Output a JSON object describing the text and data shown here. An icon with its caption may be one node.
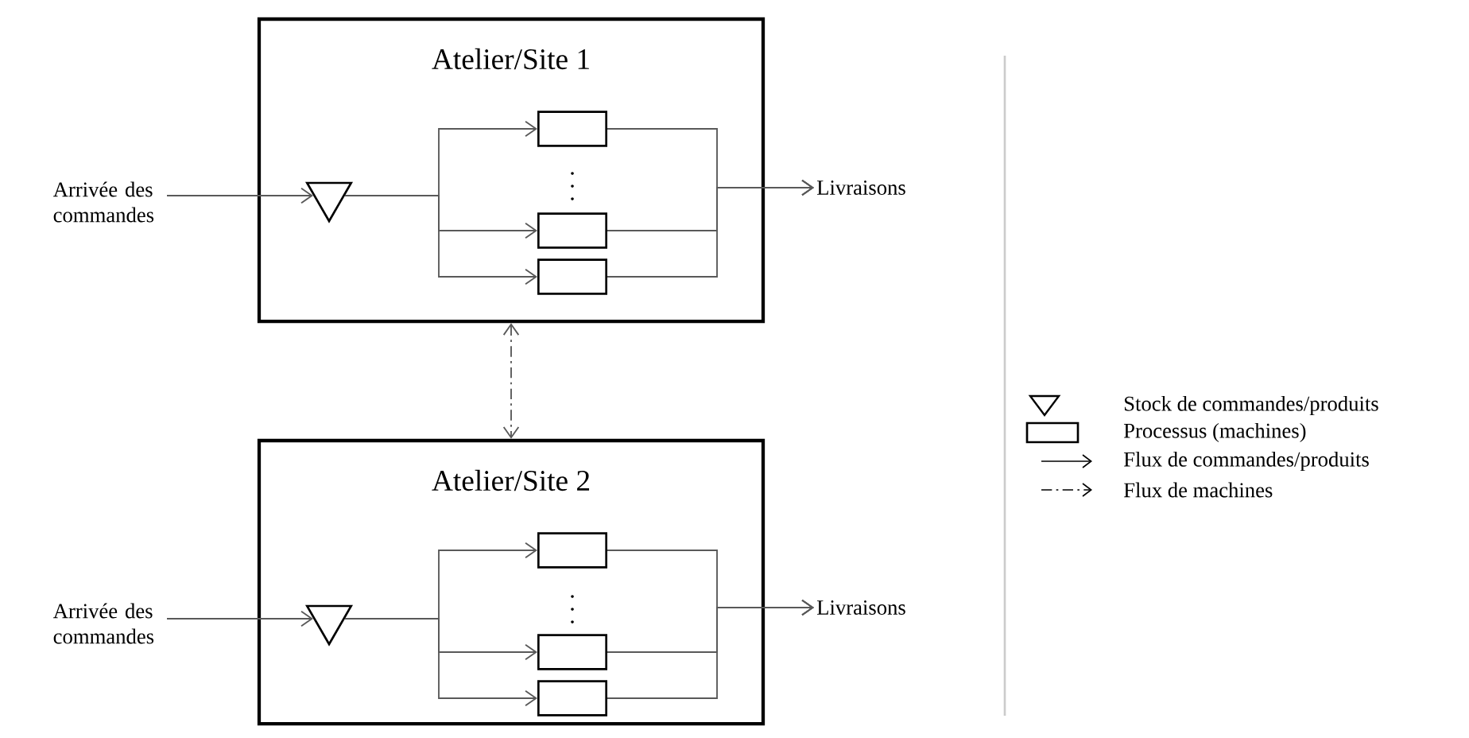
{
  "diagram": {
    "nodes": [
      {
        "text": [
          "Atelier/Site 1"
        ]
      },
      {
        "text": [
          "Arrivée des commandes"
        ]
      },
      {
        "text": [],
        "shape": "triangle",
        "in": 0
      },
      {
        "text": [],
        "shape": "box",
        "in": 0
      },
      {
        "text": [],
        "shape": "box",
        "in": 0
      },
      {
        "text": [],
        "shape": "box",
        "in": 0
      },
      {
        "text": [
          "Livraisons"
        ]
      },
      {
        "text": [
          "Atelier/Site 2"
        ]
      },
      {
        "text": [
          "Arrivée des commandes"
        ]
      },
      {
        "text": [],
        "shape": "triangle",
        "in": 7
      },
      {
        "text": [],
        "shape": "box",
        "in": 7
      },
      {
        "text": [],
        "shape": "box",
        "in": 7
      },
      {
        "text": [],
        "shape": "box",
        "in": 7
      },
      {
        "text": [
          "Livraisons"
        ]
      }
    ],
    "edges": [
      {
        "from": 1,
        "to": 2,
        "arrow": "to"
      },
      {
        "from": 2,
        "to": 3,
        "arrow": "to"
      },
      {
        "from": 2,
        "to": 4,
        "arrow": "to"
      },
      {
        "from": 2,
        "to": 5,
        "arrow": "to"
      },
      {
        "from": 3,
        "to": 6,
        "arrow": "to"
      },
      {
        "from": 4,
        "to": 6,
        "arrow": "to"
      },
      {
        "from": 5,
        "to": 6,
        "arrow": "to"
      },
      {
        "from": 0,
        "to": 7,
        "arrow": "both",
        "style": "dashed"
      },
      {
        "from": 8,
        "to": 9,
        "arrow": "to"
      },
      {
        "from": 9,
        "to": 10,
        "arrow": "to"
      },
      {
        "from": 9,
        "to": 11,
        "arrow": "to"
      },
      {
        "from": 9,
        "to": 12,
        "arrow": "to"
      },
      {
        "from": 10,
        "to": 13,
        "arrow": "to"
      },
      {
        "from": 11,
        "to": 13,
        "arrow": "to"
      },
      {
        "from": 12,
        "to": 13,
        "arrow": "to"
      }
    ],
    "legend": [
      {
        "text": "Stock de commandes/produits"
      },
      {
        "text": "Processus (machines)"
      },
      {
        "text": "Flux de commandes/produits"
      },
      {
        "text": "Flux de machines"
      }
    ]
  }
}
